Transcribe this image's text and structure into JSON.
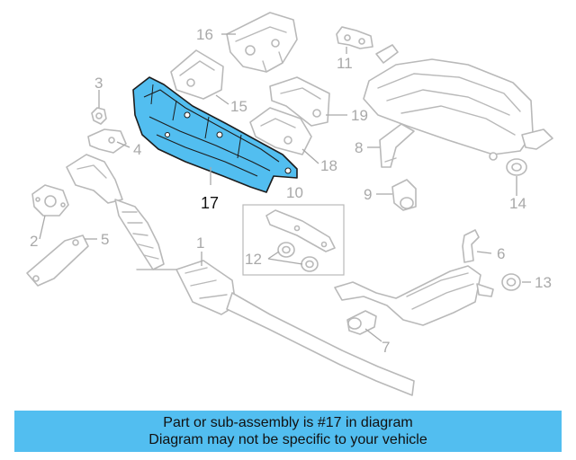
{
  "diagram": {
    "highlight_color": "#52bef0",
    "line_color": "#b9b9b9",
    "highlighted_part": "17",
    "callouts": {
      "c1": "1",
      "c2": "2",
      "c3": "3",
      "c4": "4",
      "c5": "5",
      "c6": "6",
      "c7": "7",
      "c8": "8",
      "c9": "9",
      "c10": "10",
      "c11": "11",
      "c12": "12",
      "c13": "13",
      "c14": "14",
      "c15": "15",
      "c16": "16",
      "c17": "17",
      "c18": "18",
      "c19": "19"
    }
  },
  "banner": {
    "background": "#52bef0",
    "line1": "Part or sub-assembly is #17 in diagram",
    "line2": "Diagram may not be specific to your vehicle"
  }
}
